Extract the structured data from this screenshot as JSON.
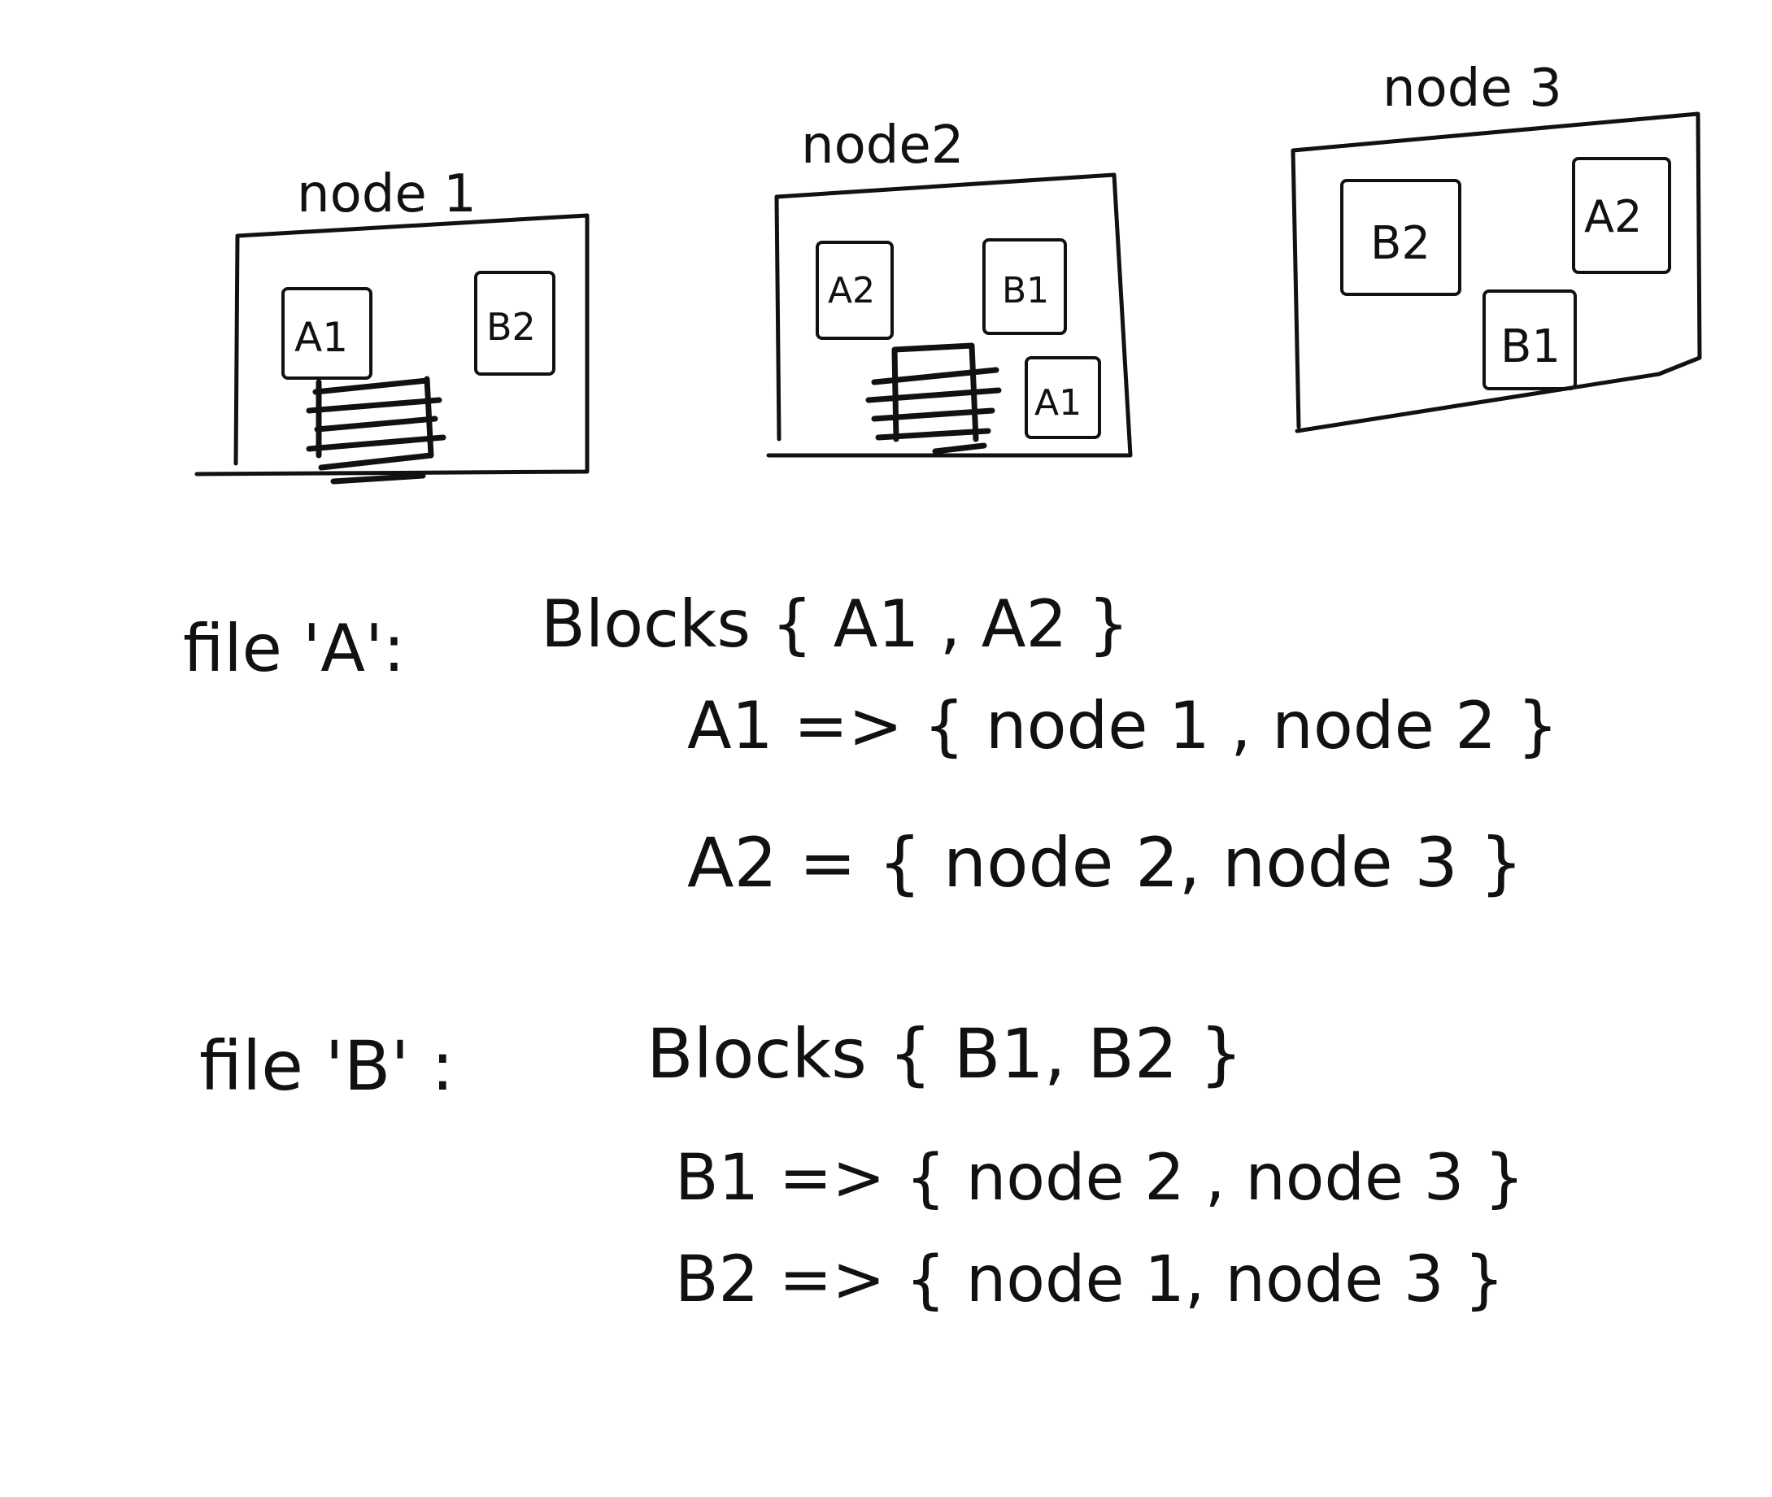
{
  "nodes": [
    {
      "label": "node 1",
      "blocks": [
        {
          "label": "A1"
        },
        {
          "label": "B2"
        }
      ]
    },
    {
      "label": "node2",
      "blocks": [
        {
          "label": "A2"
        },
        {
          "label": "B1"
        },
        {
          "label": "A1"
        }
      ]
    },
    {
      "label": "node 3",
      "blocks": [
        {
          "label": "B2"
        },
        {
          "label": "A2"
        },
        {
          "label": "B1"
        }
      ]
    }
  ],
  "files": [
    {
      "label": "file 'A':",
      "blocks_text": "Blocks { A1 , A2 }",
      "mappings": [
        {
          "text": "A1 => { node 1 , node 2 }"
        },
        {
          "text": "A2 = { node 2, node 3 }"
        }
      ]
    },
    {
      "label": "file 'B' :",
      "blocks_text": "Blocks { B1, B2 }",
      "mappings": [
        {
          "text": "B1 => { node 2 , node 3 }"
        },
        {
          "text": "B2 => { node 1, node 3 }"
        }
      ]
    }
  ]
}
